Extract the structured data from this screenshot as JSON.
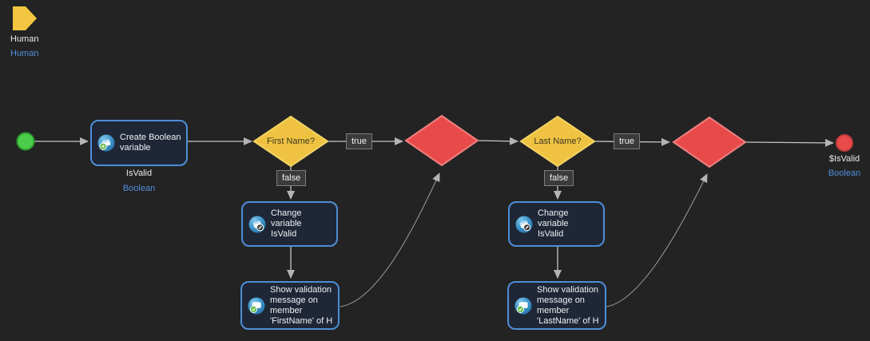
{
  "human_item": {
    "name": "Human",
    "type": "Human"
  },
  "flow": {
    "create_variable": {
      "label": "Create Boolean\nvariable",
      "variable": "IsValid",
      "var_type": "Boolean"
    },
    "first_name_decision": {
      "label": "First Name?",
      "true_label": "true",
      "false_label": "false"
    },
    "change_variable_left": {
      "label": "Change variable\nIsValid"
    },
    "show_message_left": {
      "label": "Show validation\nmessage on\nmember\n'FirstName' of H"
    },
    "last_name_decision": {
      "label": "Last Name?",
      "true_label": "true",
      "false_label": "false"
    },
    "change_variable_right": {
      "label": "Change variable\nIsValid"
    },
    "show_message_right": {
      "label": "Show validation\nmessage on\nmember\n'LastName' of H"
    },
    "end": {
      "variable": "$IsValid",
      "var_type": "Boolean"
    }
  },
  "icons": {
    "create_variable": "variable-add-icon",
    "change_variable": "variable-edit-icon",
    "show_message": "message-check-icon"
  },
  "colors": {
    "background": "#232323",
    "node_fill": "#1f2737",
    "node_border": "#4e8ed6",
    "decision_yellow": "#efc341",
    "merge_red": "#e84a4a",
    "start_green": "#4bcd4b",
    "blue_text": "#4f8fd9",
    "wire_gray": "#c6c6c6"
  }
}
